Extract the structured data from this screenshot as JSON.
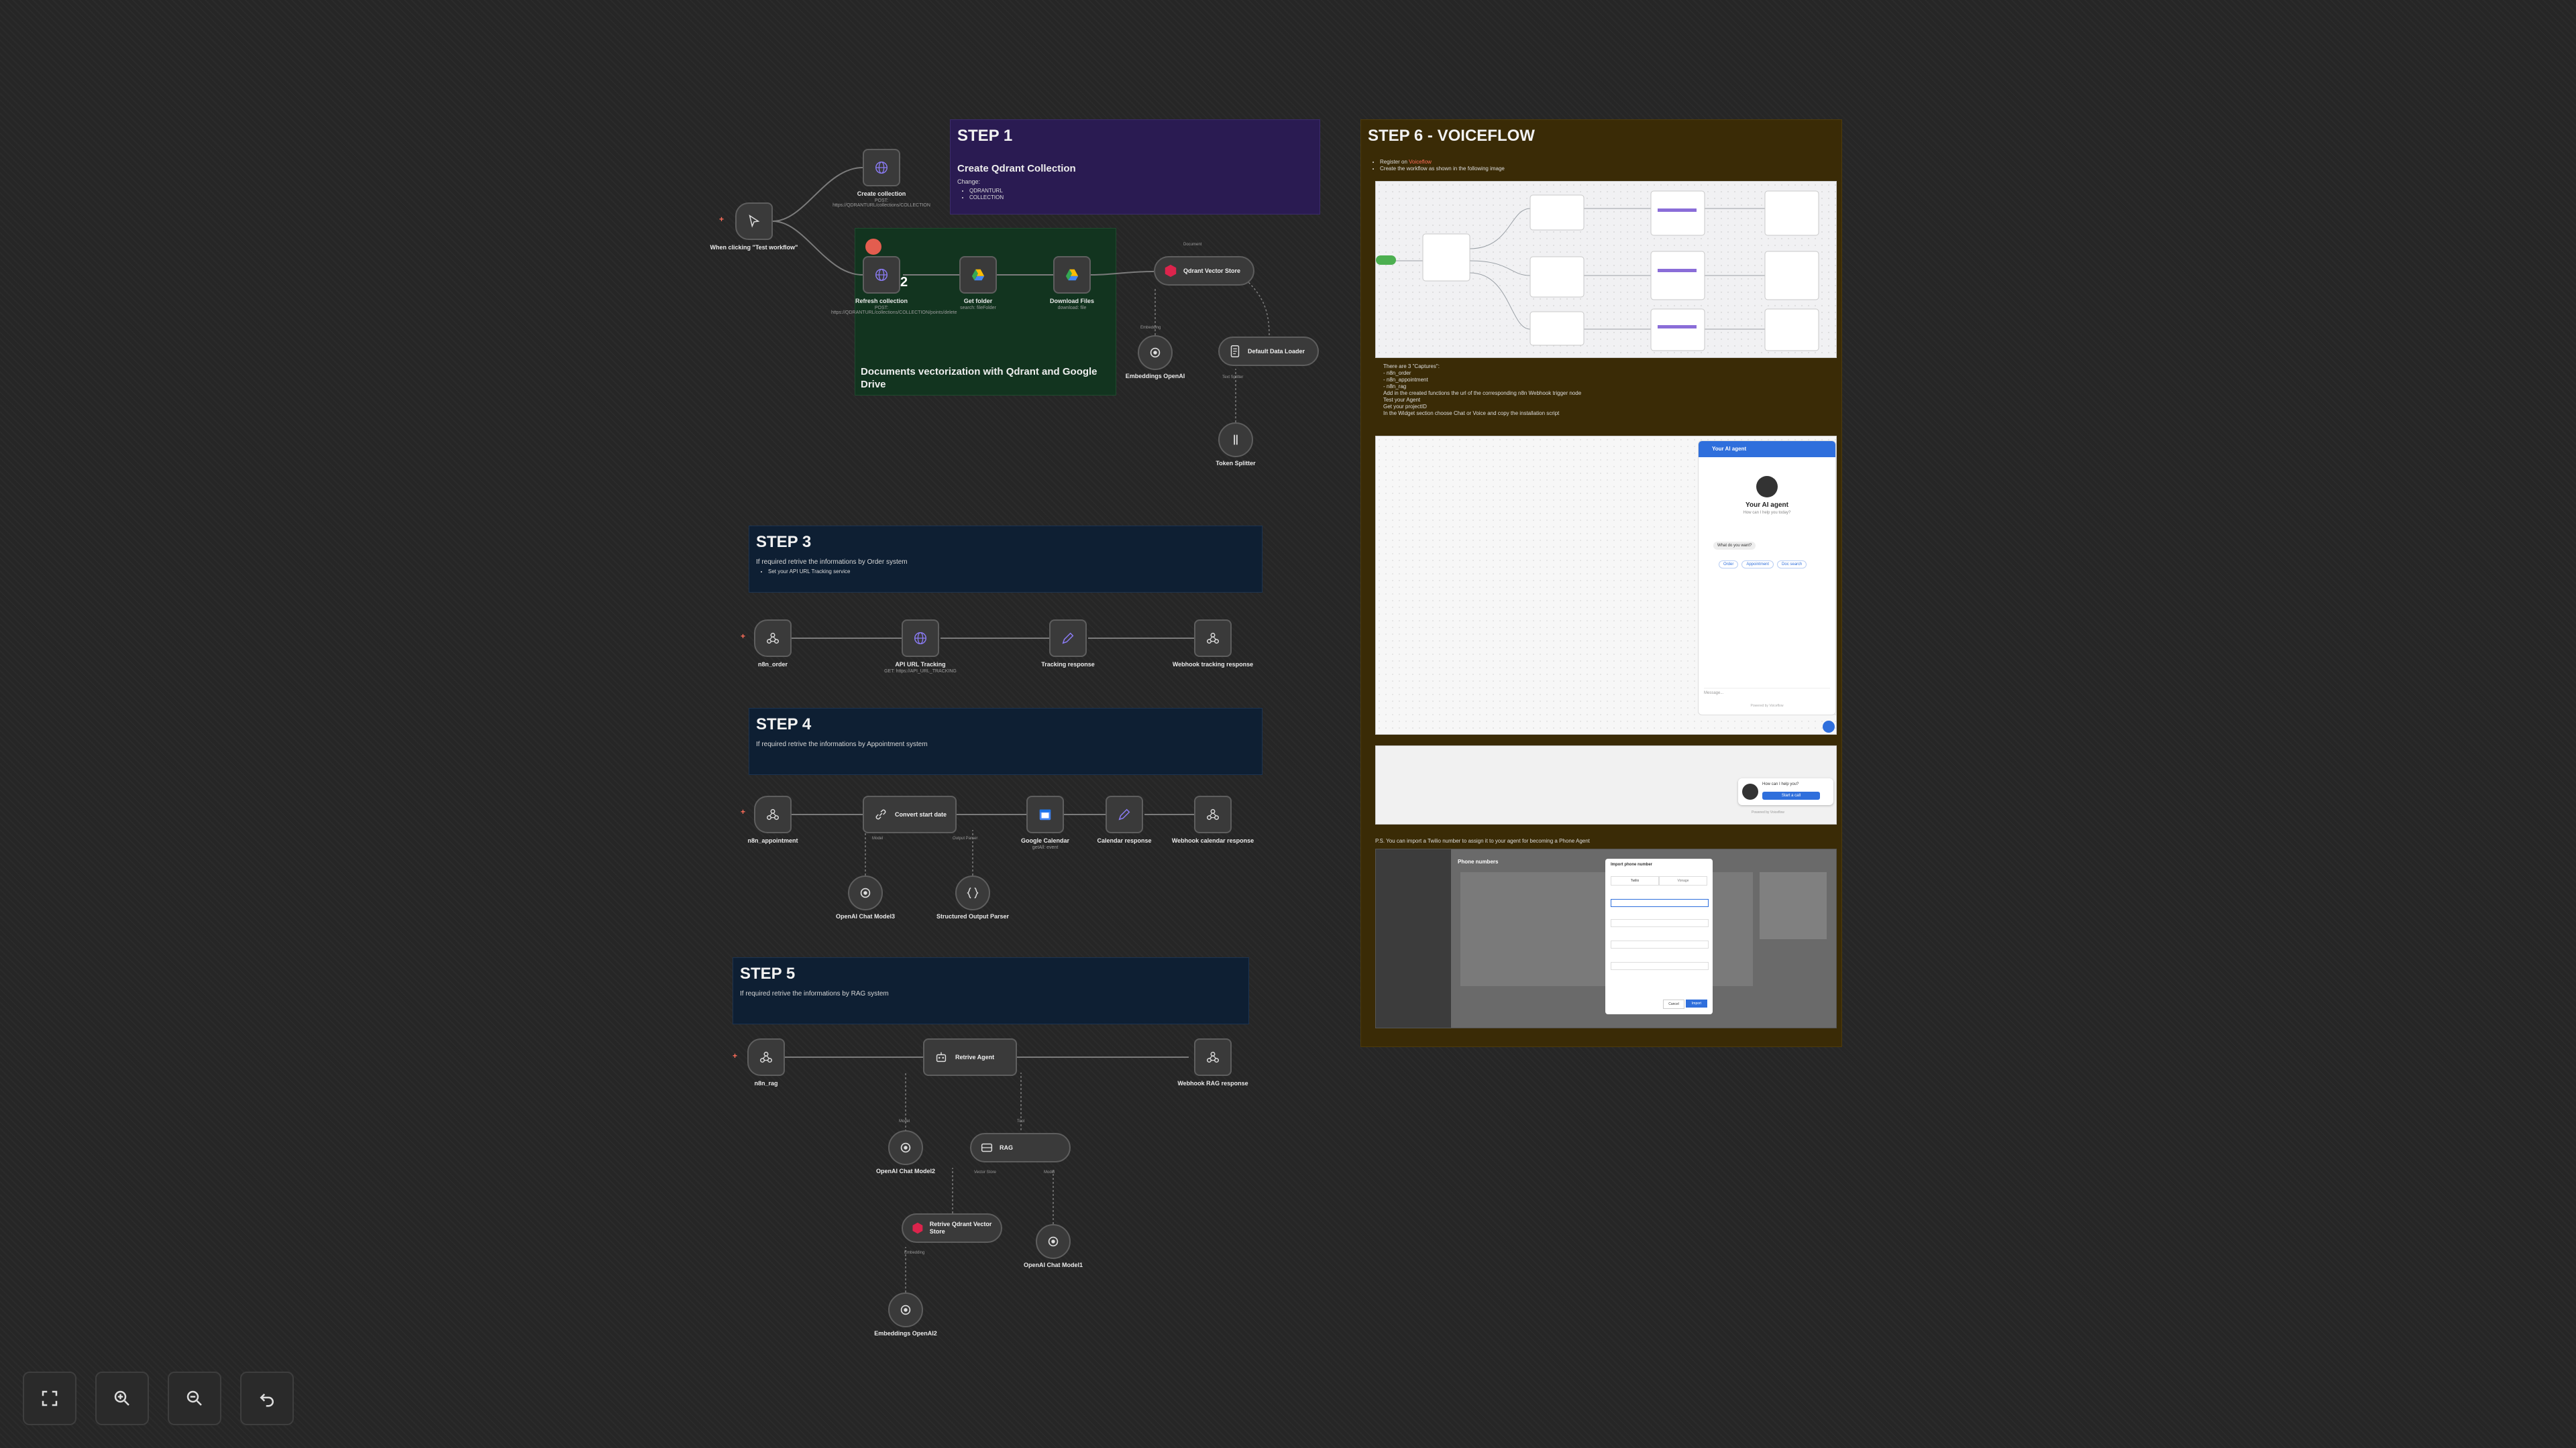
{
  "colors": {
    "canvas_bg": "#262626",
    "step1_bg": "#2a1b52",
    "step2_bg": "#12341f",
    "step_dark_bg": "#0e1f33",
    "step6_bg": "#3a2b06",
    "accent": "#ff6d5a"
  },
  "step1": {
    "title": "STEP 1",
    "subtitle": "Create Qdrant Collection",
    "change_label": "Change:",
    "items": [
      "QDRANTURL",
      "COLLECTION"
    ]
  },
  "step2": {
    "number": "2",
    "title": "Documents vectorization with Qdrant and Google Drive"
  },
  "step3": {
    "title": "STEP 3",
    "line1": "If required retrive the informations by Order system",
    "items": [
      "Set your API URL Tracking service"
    ]
  },
  "step4": {
    "title": "STEP 4",
    "line1": "If required retrive the informations by Appointment system"
  },
  "step5": {
    "title": "STEP 5",
    "line1": "If required retrive the informations by RAG system"
  },
  "step6": {
    "title": "STEP 6 - VOICEFLOW",
    "register_prefix": "Register on ",
    "register_link": "Voiceflow",
    "bullet2": "Create the workflow as shown in the following image",
    "list_a": [
      "There are 3 \"Captures\":",
      "- n8n_order",
      "- n8n_appointment",
      "- n8n_rag",
      "Add in the created functions the url of the corresponding n8n Webhook trigger node",
      "Test your Agent",
      "Get your projectID",
      "In the Widget section choose Chat or Voice and copy the installation script"
    ],
    "twilio_note": "P.S. You can import a Twilio number to assign it to your agent for becoming a Phone Agent",
    "chat": {
      "header": "Your AI agent",
      "name": "Your AI agent",
      "desc": "How can I help you today?",
      "bubble": "What do you want?",
      "chips": [
        "Order",
        "Appointment",
        "Doc search"
      ],
      "input_placeholder": "Message...",
      "powered": "Powered by Voiceflow"
    },
    "launcher": {
      "q": "How can I help you?",
      "btn": "Start a call",
      "powered": "Powered by Voiceflow"
    },
    "phone": {
      "title": "Phone numbers",
      "dialog_title": "Import phone number",
      "tab1": "Twilio",
      "tab2": "Vonage",
      "cancel": "Cancel",
      "import": "Import"
    }
  },
  "nodes": {
    "manual_trigger": "When clicking \"Test workflow\"",
    "create_collection": "Create collection",
    "create_collection_sub": "POST: https://QDRANTURL/collections/COLLECTION",
    "refresh_collection": "Refresh collection",
    "refresh_collection_sub": "POST: https://QDRANTURL/collections/COLLECTION/points/delete",
    "get_folder": "Get folder",
    "get_folder_sub": "search: fileFolder",
    "download_files": "Download Files",
    "download_files_sub": "download: file",
    "qdrant_vector_store": "Qdrant Vector Store",
    "embeddings_openai": "Embeddings OpenAI",
    "default_data_loader": "Default Data Loader",
    "token_splitter": "Token Splitter",
    "n8n_order": "n8n_order",
    "api_url_tracking": "API URL Tracking",
    "api_url_tracking_sub": "GET: https://API_URL_TRACKING",
    "tracking_response": "Tracking response",
    "webhook_tracking_response": "Webhook tracking response",
    "n8n_appointment": "n8n_appointment",
    "convert_start_date": "Convert start date",
    "google_calendar": "Google Calendar",
    "google_calendar_sub": "getAll: event",
    "calendar_response": "Calendar response",
    "webhook_calendar_response": "Webhook calendar response",
    "openai_chat_model3": "OpenAI Chat Model3",
    "structured_output_parser": "Structured Output Parser",
    "n8n_rag": "n8n_rag",
    "retrive_agent": "Retrive Agent",
    "webhook_rag_response": "Webhook RAG response",
    "openai_chat_model2": "OpenAI Chat Model2",
    "rag": "RAG",
    "retrive_qdrant_vector_store": "Retrive Qdrant Vector Store",
    "openai_chat_model1": "OpenAI Chat Model1",
    "embeddings_openai2": "Embeddings OpenAI2",
    "port_labels": {
      "model": "Model",
      "parser": "Output Parser",
      "embedding": "Embedding",
      "document": "Document",
      "text_splitter": "Text Splitter",
      "tool": "Tool",
      "vector_store": "Vector Store"
    }
  },
  "controls": {
    "fit": "fit-view-icon",
    "zoom_in": "zoom-in-icon",
    "zoom_out": "zoom-out-icon",
    "reset": "reset-zoom-icon"
  }
}
